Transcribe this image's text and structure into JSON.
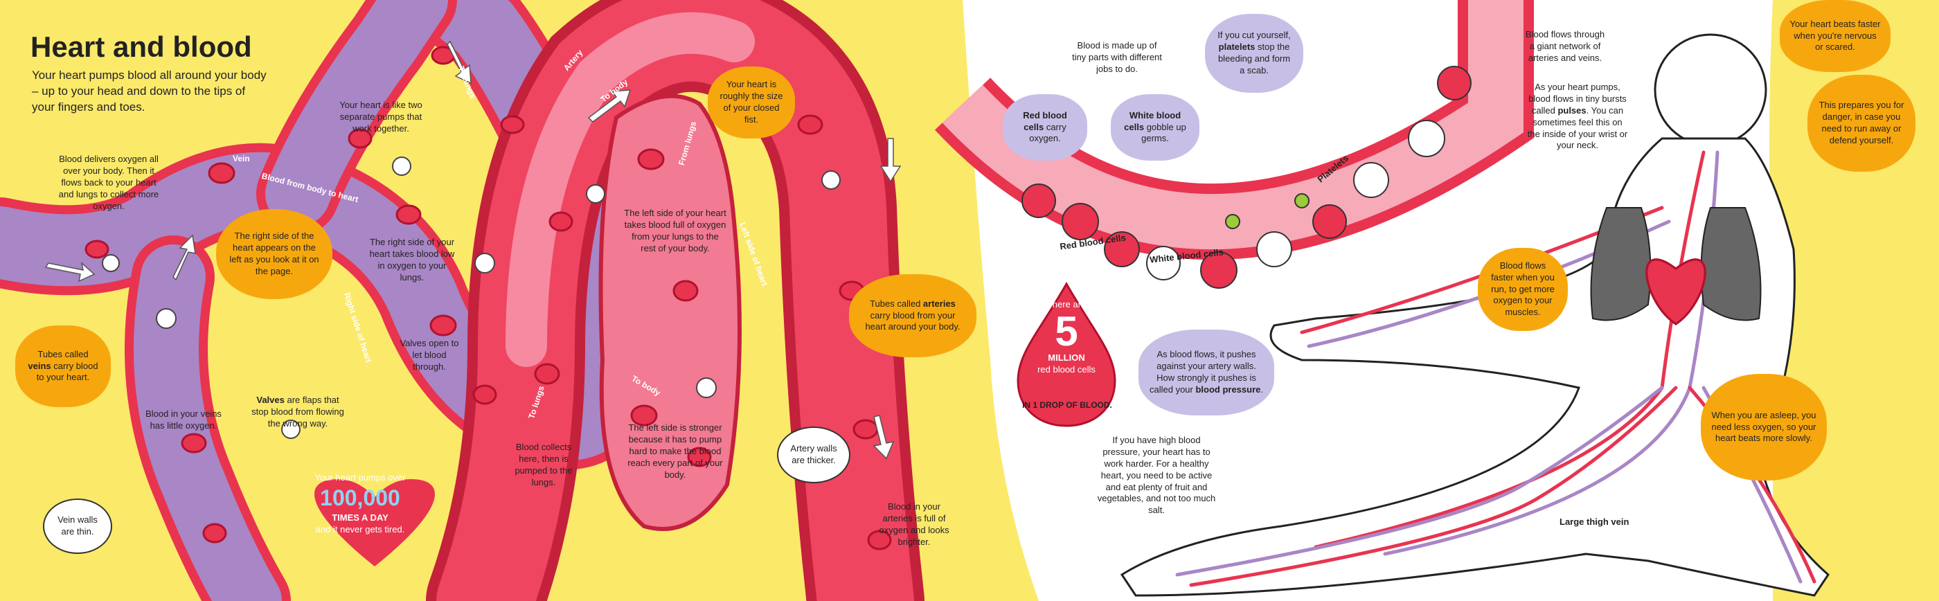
{
  "title": "Heart and blood",
  "intro": "Your heart pumps blood all around your body – up to your head and down to the tips of your fingers and toes.",
  "left": {
    "delivers_oxygen": "Blood delivers oxygen all over your body. Then it flows back to your heart and lungs to collect more oxygen.",
    "two_pumps": "Your heart is like two separate pumps that work together.",
    "right_side_appears_left": "The right side of the heart appears on the left as you look at it on the page.",
    "veins_bubble": {
      "pre": "Tubes called ",
      "bold": "veins",
      "post": " carry blood to your heart."
    },
    "veins_little_oxygen": "Blood in your veins has little oxygen.",
    "vein_walls_thin": "Vein walls are thin.",
    "valves": {
      "bold": "Valves",
      "post": " are flaps that stop blood from flowing the wrong way."
    },
    "right_side_takes_blood": "The right side of your heart takes blood low in oxygen to your lungs.",
    "valves_open": "Valves open to let blood through.",
    "blood_collects": "Blood collects here, then is pumped to the lungs.",
    "heart_size": "Your heart is roughly the size of your closed fist.",
    "left_side_takes_blood": "The left side of your heart takes blood full of oxygen from your lungs to the rest of your body.",
    "left_side_stronger": "The left side is stronger because it has to pump hard to make the blood reach every part of your body.",
    "arteries_bubble": {
      "pre": "Tubes called ",
      "bold": "arteries",
      "post": " carry blood from your heart around your body."
    },
    "artery_walls_thicker": "Artery walls are thicker.",
    "arteries_full_oxygen": "Blood in your arteries is full of oxygen and looks brighter.",
    "heart_stat": {
      "pre": "Your heart pumps over",
      "number": "100,000",
      "times": "TIMES A DAY",
      "post": "and it never gets tired."
    },
    "labels": {
      "vein": "Vein",
      "artery": "Artery",
      "blood_body_to_heart": "Blood from body to heart",
      "to_lungs_1": "To lungs",
      "to_lungs_2": "To lungs",
      "to_body_1": "To body",
      "to_body_2": "To body",
      "from_lungs": "From lungs",
      "right_side_of_heart": "Right side of heart",
      "left_side_of_heart": "Left side of heart"
    }
  },
  "right": {
    "made_up": "Blood is made up of tiny parts with different jobs to do.",
    "red_cells_bubble": {
      "bold": "Red blood cells",
      "post": " carry oxygen."
    },
    "white_cells_bubble": {
      "bold": "White blood cells",
      "post": " gobble up germs."
    },
    "platelets_bubble": {
      "pre": "If you cut yourself, ",
      "bold": "platelets",
      "post": " stop the bleeding and form a scab."
    },
    "labels": {
      "red_blood_cells": "Red blood cells",
      "white_blood_cells": "White blood cells",
      "platelets": "Platelets",
      "large_thigh_vein": "Large thigh vein"
    },
    "drop_stat": {
      "pre": "There are",
      "number": "5",
      "million": "MILLION",
      "red": "red blood cells",
      "post": "IN 1 DROP OF BLOOD."
    },
    "blood_pressure": {
      "pre": "As blood flows, it pushes against your artery walls. How strongly it pushes is called your ",
      "bold": "blood pressure",
      "post": "."
    },
    "high_bp": "If you have high blood pressure, your heart has to work harder. For a healthy heart, you need to be active and eat plenty of fruit and vegetables, and not too much salt.",
    "network": "Blood flows through a giant network of arteries and veins.",
    "pulses": {
      "pre": "As your heart pumps, blood flows in tiny bursts called ",
      "bold": "pulses",
      "post": ". You can sometimes feel this on the inside of your wrist or your neck."
    },
    "beats_faster_scared": "Your heart beats faster when you're nervous or scared.",
    "prepares_danger": "This prepares you for danger, in case you need to run away or defend yourself.",
    "flows_faster_run": "Blood flows faster when you run, to get more oxygen to your muscles.",
    "asleep": "When you are asleep, you need less oxygen, so your heart beats more slowly."
  },
  "colors": {
    "background": "#fbe96a",
    "artery": "#e8344f",
    "vein": "#a986c6",
    "orange_bubble": "#f7a70e",
    "lilac_bubble": "#c8bfe6",
    "white_page": "#ffffff"
  }
}
